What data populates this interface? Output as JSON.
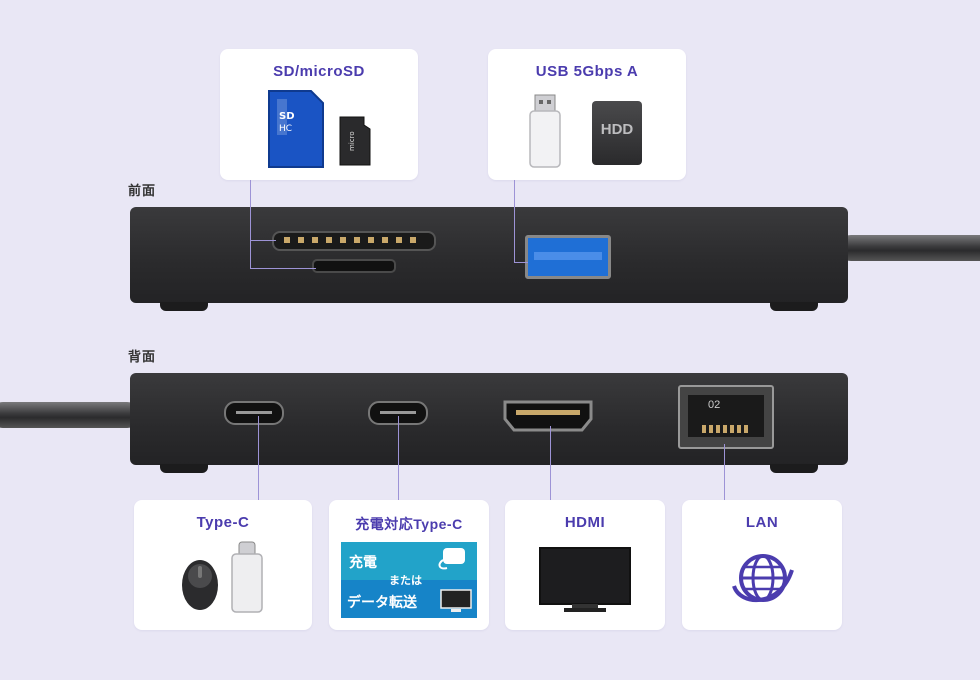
{
  "labels": {
    "front": "前面",
    "back": "背面"
  },
  "cards": {
    "sd": {
      "title": "SD/microSD"
    },
    "usb": {
      "title": "USB 5Gbps A",
      "hdd_text": "HDD"
    },
    "typec": {
      "title": "Type-C"
    },
    "pdtypec": {
      "title": "充電対応Type-C",
      "charge": "充電",
      "or": "または",
      "data": "データ転送"
    },
    "hdmi": {
      "title": "HDMI"
    },
    "lan": {
      "title": "LAN"
    }
  },
  "lan_port_number": "02",
  "colors": {
    "background": "#e9e7f5",
    "accent": "#4b3cae",
    "leader": "#9d93d6",
    "hub": "#2e2e30",
    "usb_blue": "#1f6fd6",
    "sd_blue": "#1a54c4"
  }
}
